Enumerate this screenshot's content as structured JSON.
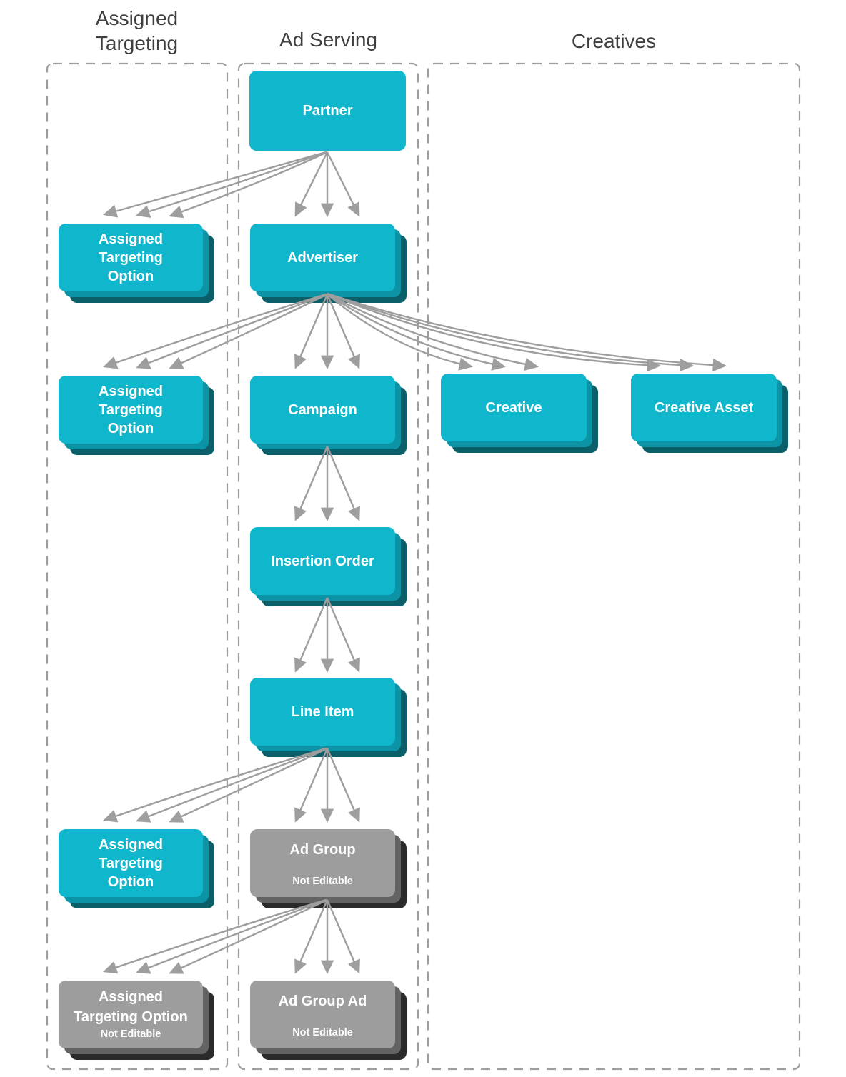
{
  "columns": {
    "assigned_targeting": {
      "title_line1": "Assigned",
      "title_line2": "Targeting"
    },
    "ad_serving": {
      "title": "Ad Serving"
    },
    "creatives": {
      "title": "Creatives"
    }
  },
  "nodes": {
    "partner": {
      "label": "Partner"
    },
    "advertiser": {
      "label": "Advertiser"
    },
    "campaign": {
      "label": "Campaign"
    },
    "insertion_order": {
      "label": "Insertion Order"
    },
    "line_item": {
      "label": "Line Item"
    },
    "ad_group": {
      "label": "Ad Group",
      "note": "Not Editable"
    },
    "ad_group_ad": {
      "label": "Ad Group Ad",
      "note": "Not Editable"
    },
    "ato_partner": {
      "line1": "Assigned",
      "line2": "Targeting",
      "line3": "Option"
    },
    "ato_advertiser": {
      "line1": "Assigned",
      "line2": "Targeting",
      "line3": "Option"
    },
    "ato_line_item": {
      "line1": "Assigned",
      "line2": "Targeting",
      "line3": "Option"
    },
    "ato_ad_group": {
      "line1": "Assigned",
      "line2": "Targeting Option",
      "note": "Not Editable"
    },
    "creative": {
      "label": "Creative"
    },
    "creative_asset": {
      "label": "Creative Asset"
    }
  },
  "relationships": [
    {
      "from": "Partner",
      "to": "Assigned Targeting Option"
    },
    {
      "from": "Partner",
      "to": "Advertiser"
    },
    {
      "from": "Advertiser",
      "to": "Assigned Targeting Option"
    },
    {
      "from": "Advertiser",
      "to": "Campaign"
    },
    {
      "from": "Advertiser",
      "to": "Creative"
    },
    {
      "from": "Advertiser",
      "to": "Creative Asset"
    },
    {
      "from": "Campaign",
      "to": "Insertion Order"
    },
    {
      "from": "Insertion Order",
      "to": "Line Item"
    },
    {
      "from": "Line Item",
      "to": "Assigned Targeting Option"
    },
    {
      "from": "Line Item",
      "to": "Ad Group"
    },
    {
      "from": "Ad Group",
      "to": "Assigned Targeting Option"
    },
    {
      "from": "Ad Group",
      "to": "Ad Group Ad"
    }
  ],
  "colors": {
    "node_cyan": "#0fb6cc",
    "node_cyan_layer2": "#0d93a6",
    "node_cyan_layer3": "#0b5f68",
    "node_gray": "#9d9d9d",
    "node_gray_layer2": "#636363",
    "node_gray_layer3": "#2b2b2b",
    "arrow": "#9e9e9e",
    "dashed_border": "#9e9e9e",
    "title_text": "#3f3f3f",
    "node_text": "#ffffff"
  }
}
